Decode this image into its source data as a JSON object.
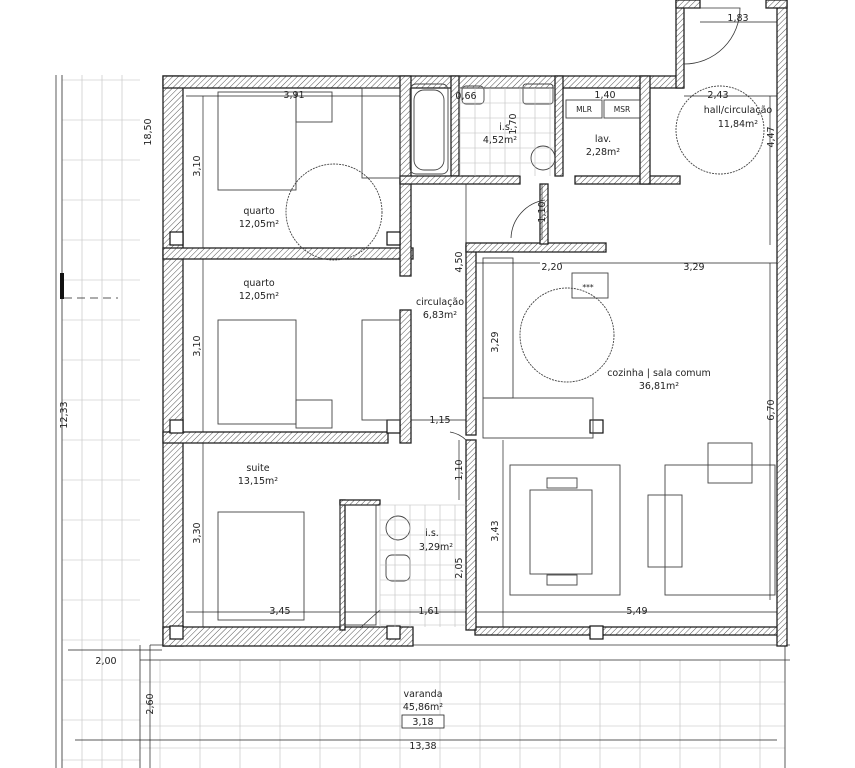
{
  "rooms": {
    "quarto1": {
      "name": "quarto",
      "area": "12,05m²"
    },
    "quarto2": {
      "name": "quarto",
      "area": "12,05m²"
    },
    "suite": {
      "name": "suite",
      "area": "13,15m²"
    },
    "circulacao": {
      "name": "circulação",
      "area": "6,83m²"
    },
    "is1": {
      "name": "i.s.",
      "area": "4,52m²"
    },
    "lav": {
      "name": "lav.",
      "area": "2,28m²"
    },
    "hall": {
      "name": "hall/circulação",
      "area": "11,84m²"
    },
    "cozinha": {
      "name": "cozinha | sala comum",
      "area": "36,81m²"
    },
    "is2": {
      "name": "i.s.",
      "area": "3,29m²"
    },
    "varanda": {
      "name": "varanda",
      "area": "45,86m²"
    }
  },
  "appliances": {
    "mlr": "MLR",
    "msr": "MSR",
    "hob": "***"
  },
  "dimensions": {
    "d391": "3,91",
    "d066": "0,66",
    "d140": "1,40",
    "d183": "1,83",
    "d243": "2,43",
    "d447": "4,47",
    "d1850": "18,50",
    "d310a": "3,10",
    "d310b": "3,10",
    "d330": "3,30",
    "d170": "1,70",
    "d110a": "1,10",
    "d450": "4,50",
    "d220": "2,20",
    "d329": "3,29",
    "d329b": "3,29",
    "d670": "6,70",
    "d115": "1,15",
    "d110b": "1,10",
    "d343": "3,43",
    "d205": "2,05",
    "d345": "3,45",
    "d161": "1,61",
    "d549": "5,49",
    "d200": "2,00",
    "d260": "2,60",
    "d1233": "12,33",
    "d318": "3,18",
    "d1338": "13,38"
  }
}
